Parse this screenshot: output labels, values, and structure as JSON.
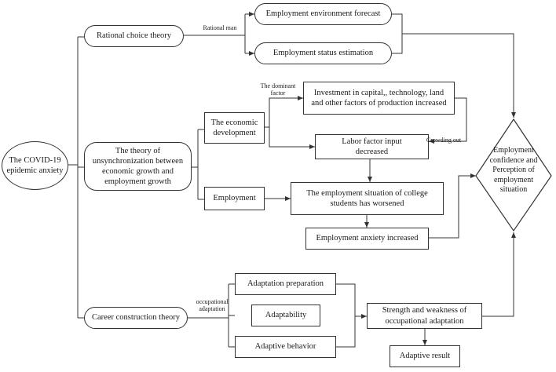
{
  "nodes": {
    "covid": "The COVID-19 epidemic anxiety",
    "rational": "Rational choice theory",
    "unsync": "The theory of unsynchronization between economic growth and employment growth",
    "career": "Career construction theory",
    "env_forecast": "Employment environment forecast",
    "status_est": "Employment status estimation",
    "econ_dev": "The economic development",
    "employment": "Employment",
    "investment": "Investment in capital,, technology, land and other factors of production increased",
    "labor": "Labor factor input decreased",
    "worsened": "The employment situation of college students has worsened",
    "anxiety": "Employment anxiety increased",
    "adapt_prep": "Adaptation preparation",
    "adaptability": "Adaptability",
    "adaptive_behavior": "Adaptive behavior",
    "strength": "Strength and weakness of occupational adaptation",
    "adaptive_result": "Adaptive result",
    "confidence": "Employment confidence and Perception of employment situation"
  },
  "labels": {
    "rational_man": "Rational man",
    "dominant_factor": "The dominant factor",
    "crowding_out": "Crowding out",
    "occupational_adaptation": "occupational adaptation"
  }
}
